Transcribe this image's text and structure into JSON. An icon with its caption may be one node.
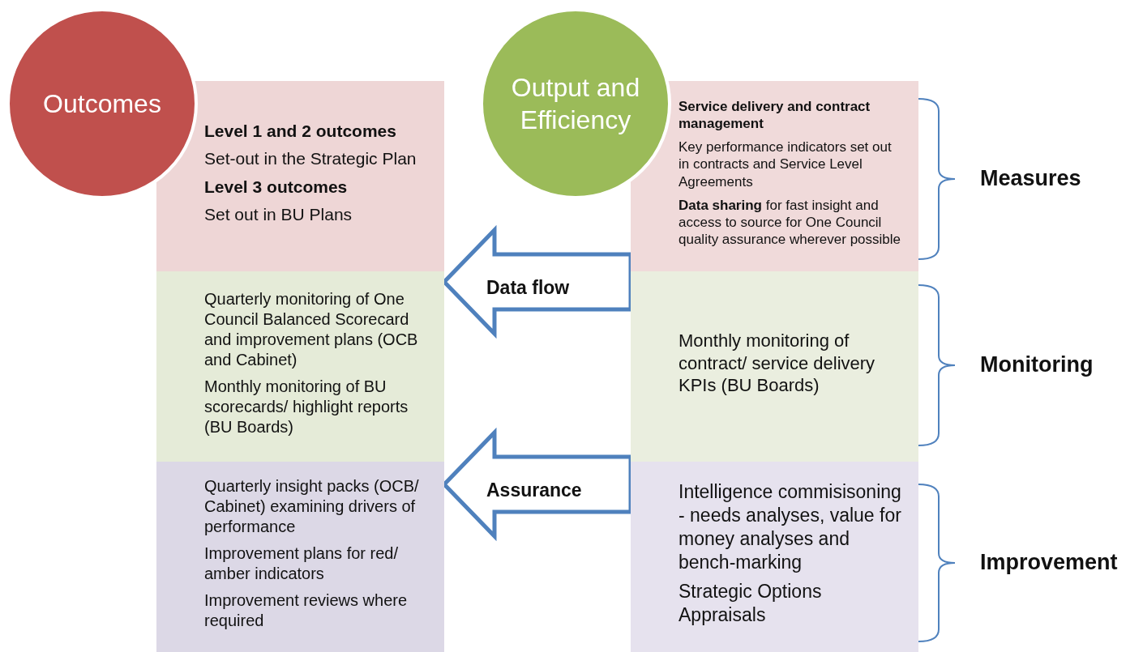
{
  "diagram": {
    "nodes": [
      {
        "text": [
          "Outcomes"
        ]
      },
      {
        "text": [
          "Level 1 and 2 outcomes",
          "Set-out in the Strategic Plan",
          "Level 3 outcomes",
          "Set out in BU Plans"
        ]
      },
      {
        "text": [
          "Quarterly monitoring of One Council Balanced Scorecard and improvement plans (OCB and Cabinet)",
          "Monthly monitoring of BU scorecards/ highlight reports (BU Boards)"
        ]
      },
      {
        "text": [
          "Quarterly insight packs (OCB/ Cabinet) examining drivers of performance",
          "Improvement plans for red/ amber indicators",
          "Improvement reviews where required"
        ]
      },
      {
        "text": [
          "Output and Efficiency"
        ]
      },
      {
        "text": [
          "Service delivery and contract management",
          "Key performance indicators set out in  contracts and Service Level Agreements",
          "**Data sharing**  for fast insight and access to source for  One Council quality assurance wherever possible"
        ]
      },
      {
        "text": [
          "Monthly monitoring of contract/ service delivery KPIs (BU Boards)"
        ]
      },
      {
        "text": [
          "Intelligence commisisoning - needs analyses, value for money analyses and bench-marking",
          "Strategic Options Appraisals"
        ]
      }
    ],
    "edges": [
      {
        "from": 6,
        "to": 2,
        "arrow": "to",
        "label": "Data flow"
      },
      {
        "from": 7,
        "to": 3,
        "arrow": "to",
        "label": "Assurance"
      }
    ],
    "labels": [
      "Measures",
      "Monitoring",
      "Improvement"
    ]
  }
}
